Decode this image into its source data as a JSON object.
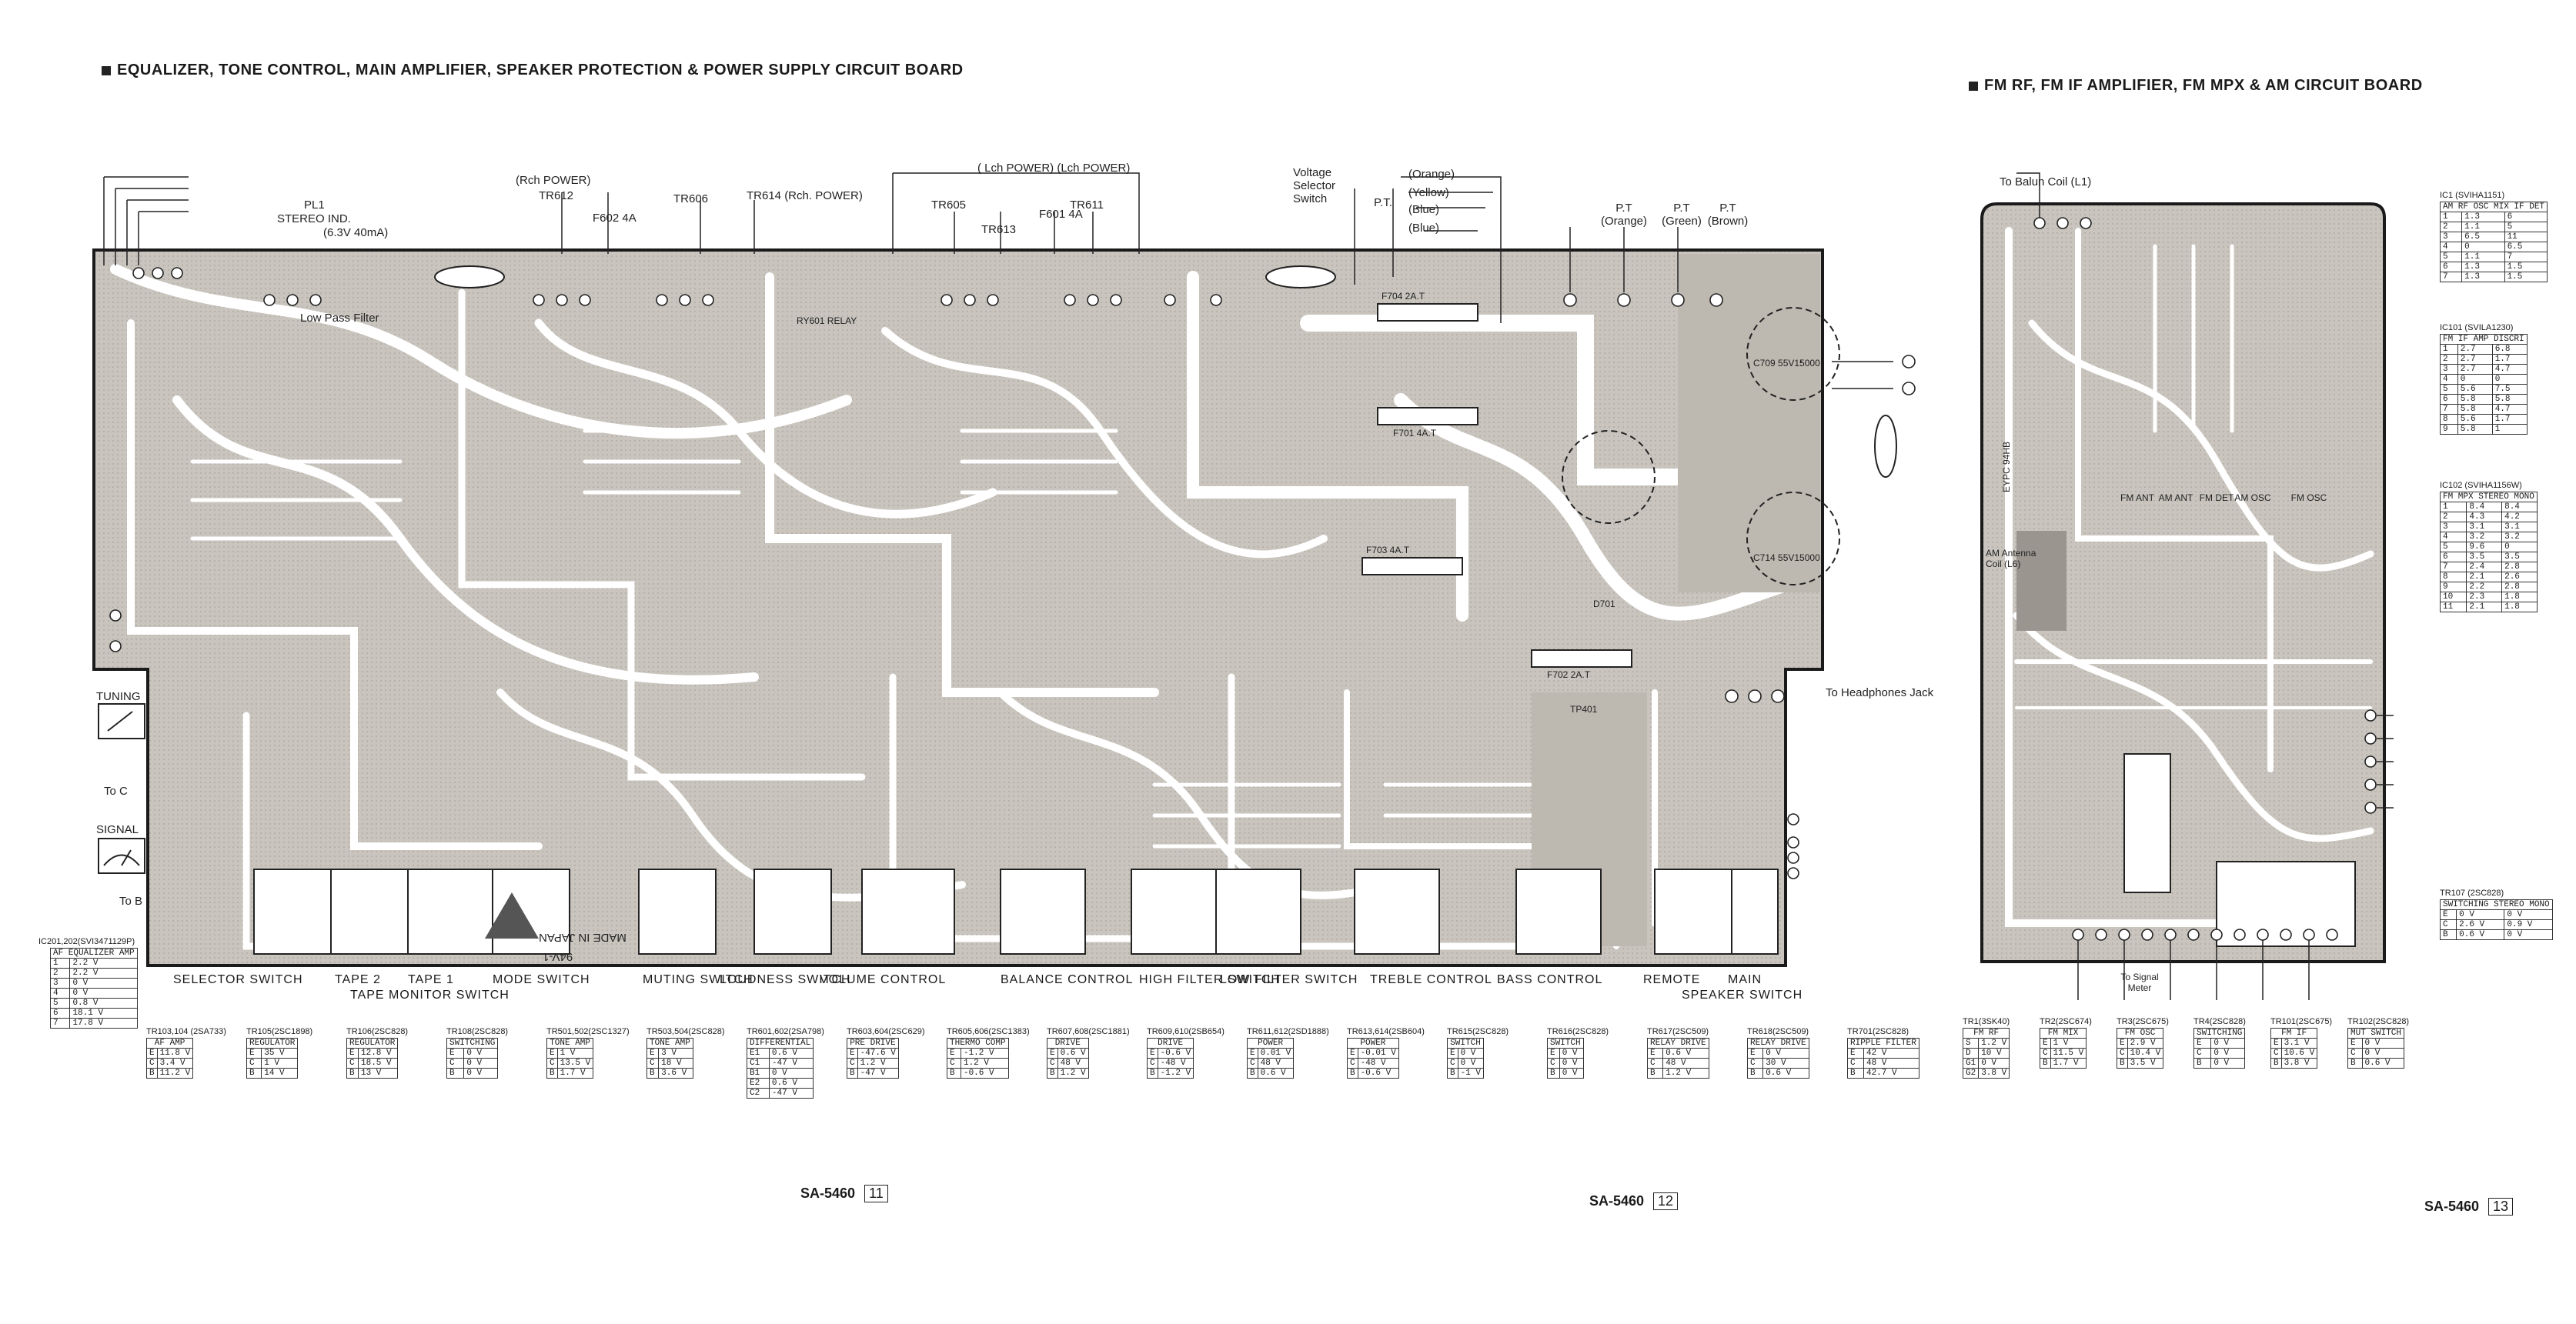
{
  "headers": {
    "left": "EQUALIZER, TONE CONTROL, MAIN AMPLIFIER, SPEAKER PROTECTION & POWER SUPPLY CIRCUIT BOARD",
    "right": "FM RF, FM IF AMPLIFIER, FM MPX & AM CIRCUIT BOARD"
  },
  "top_labels": {
    "rch_power": "(Rch POWER)",
    "lch_power": "( Lch POWER) (Lch POWER)",
    "tr612": "TR612",
    "tr606": "TR606",
    "tr614": "TR614 (Rch. POWER)",
    "tr605": "TR605",
    "tr613": "TR613",
    "tr611": "TR611",
    "f602": "F602 4A",
    "f601": "F601 4A",
    "pl1": "PL1",
    "stereo_ind": "STEREO IND.",
    "lamp": "(6.3V 40mA)",
    "voltage_selector": "Voltage Selector Switch",
    "pt": "P.T.",
    "pt_orange": "(Orange)",
    "pt_yellow": "(Yellow)",
    "pt_blue1": "(Blue)",
    "pt_blue2": "(Blue)",
    "pt2": "P.T (Orange)",
    "pt3": "P.T (Green)",
    "pt4": "P.T (Brown)",
    "to_balun": "To Balun Coil (L1)",
    "to_headphones": "To Headphones Jack",
    "tuning": "TUNING",
    "signal": "SIGNAL",
    "to_c": "To C",
    "to_b": "To B"
  },
  "board_labels": {
    "low_pass": "Low Pass Filter",
    "f704": "F704 2A.T",
    "f701": "F701 4A.T",
    "f703": "F703 4A.T",
    "f702": "F702 2A.T",
    "d701": "D701",
    "c709": "C709 55V15000",
    "c714": "C714 55V15000",
    "tp401": "TP401",
    "relay": "RY601 RELAY",
    "made_in": "MADE IN JAPAN",
    "board_id": "94V-1",
    "eyp": "EYPC 94HB",
    "fm_ant": "FM ANT",
    "am_ant": "AM ANT",
    "fm_det": "FM DET",
    "am_osc": "AM OSC",
    "fm_osc": "FM OSC",
    "am_coil": "AM Antenna Coil (L6)",
    "to_signal_meter": "To Signal Meter"
  },
  "captions": [
    "SELECTOR SWITCH",
    "TAPE 2",
    "TAPE 1",
    "TAPE MONITOR SWITCH",
    "MODE SWITCH",
    "MUTING SWITCH",
    "LOUDNESS SWITCH",
    "VOLUME CONTROL",
    "BALANCE CONTROL",
    "HIGH FILTER SWITCH",
    "LOW FILTER SWITCH",
    "TREBLE CONTROL",
    "BASS CONTROL",
    "REMOTE",
    "MAIN",
    "SPEAKER SWITCH"
  ],
  "ic201": {
    "title": "IC201,202(SVI3471129P)",
    "header": "AF EQUALIZER AMP",
    "rows": [
      [
        "1",
        "2.2 V"
      ],
      [
        "2",
        "2.2 V"
      ],
      [
        "3",
        "0 V"
      ],
      [
        "4",
        "0 V"
      ],
      [
        "5",
        "0.8 V"
      ],
      [
        "6",
        "18.1 V"
      ],
      [
        "7",
        "17.8 V"
      ]
    ]
  },
  "tr_tables": [
    {
      "title": "TR103,104 (2SA733)",
      "func": "AF AMP",
      "rows": [
        [
          "E",
          "11.8 V"
        ],
        [
          "C",
          "3.4 V"
        ],
        [
          "B",
          "11.2 V"
        ]
      ]
    },
    {
      "title": "TR105(2SC1898)",
      "func": "REGULATOR",
      "rows": [
        [
          "E",
          "35 V"
        ],
        [
          "C",
          "1 V"
        ],
        [
          "B",
          "14 V"
        ]
      ]
    },
    {
      "title": "TR106(2SC828)",
      "func": "REGULATOR",
      "rows": [
        [
          "E",
          "12.8 V"
        ],
        [
          "C",
          "18.5 V"
        ],
        [
          "B",
          "13 V"
        ]
      ]
    },
    {
      "title": "TR108(2SC828)",
      "func": "SWITCHING",
      "rows": [
        [
          "E",
          "0 V"
        ],
        [
          "C",
          "0 V"
        ],
        [
          "B",
          "0 V"
        ]
      ]
    },
    {
      "title": "TR501,502(2SC1327)",
      "func": "TONE AMP",
      "rows": [
        [
          "E",
          "1 V"
        ],
        [
          "C",
          "13.5 V"
        ],
        [
          "B",
          "1.7 V"
        ]
      ]
    },
    {
      "title": "TR503,504(2SC828)",
      "func": "TONE AMP",
      "rows": [
        [
          "E",
          "3 V"
        ],
        [
          "C",
          "18 V"
        ],
        [
          "B",
          "3.6 V"
        ]
      ]
    },
    {
      "title": "TR601,602(2SA798)",
      "func": "DIFFERENTIAL",
      "rows": [
        [
          "E1",
          "0.6 V"
        ],
        [
          "C1",
          "-47 V"
        ],
        [
          "B1",
          "0 V"
        ],
        [
          "E2",
          "0.6 V"
        ],
        [
          "C2",
          "-47 V"
        ]
      ]
    },
    {
      "title": "TR603,604(2SC629)",
      "func": "PRE DRIVE",
      "rows": [
        [
          "E",
          "-47.6 V"
        ],
        [
          "C",
          "1.2 V"
        ],
        [
          "B",
          "-47 V"
        ]
      ]
    },
    {
      "title": "TR605,606(2SC1383)",
      "func": "THERMO COMP",
      "rows": [
        [
          "E",
          "-1.2 V"
        ],
        [
          "C",
          "1.2 V"
        ],
        [
          "B",
          "-0.6 V"
        ]
      ]
    },
    {
      "title": "TR607,608(2SC1881)",
      "func": "DRIVE",
      "rows": [
        [
          "E",
          "0.6 V"
        ],
        [
          "C",
          "48 V"
        ],
        [
          "B",
          "1.2 V"
        ]
      ]
    },
    {
      "title": "TR609,610(2SB654)",
      "func": "DRIVE",
      "rows": [
        [
          "E",
          "-0.6 V"
        ],
        [
          "C",
          "-48 V"
        ],
        [
          "B",
          "-1.2 V"
        ]
      ]
    },
    {
      "title": "TR611,612(2SD1888)",
      "func": "POWER",
      "rows": [
        [
          "E",
          "0.01 V"
        ],
        [
          "C",
          "48 V"
        ],
        [
          "B",
          "0.6 V"
        ]
      ]
    },
    {
      "title": "TR613,614(2SB604)",
      "func": "POWER",
      "rows": [
        [
          "E",
          "-0.01 V"
        ],
        [
          "C",
          "-48 V"
        ],
        [
          "B",
          "-0.6 V"
        ]
      ]
    },
    {
      "title": "TR615(2SC828)",
      "func": "SWITCH",
      "rows": [
        [
          "E",
          "0 V"
        ],
        [
          "C",
          "0 V"
        ],
        [
          "B",
          "-1 V"
        ]
      ]
    },
    {
      "title": "TR616(2SC828)",
      "func": "SWITCH",
      "rows": [
        [
          "E",
          "0 V"
        ],
        [
          "C",
          "0 V"
        ],
        [
          "B",
          "0 V"
        ]
      ]
    },
    {
      "title": "TR617(2SC509)",
      "func": "RELAY DRIVE",
      "rows": [
        [
          "E",
          "0.6 V"
        ],
        [
          "C",
          "48 V"
        ],
        [
          "B",
          "1.2 V"
        ]
      ]
    },
    {
      "title": "TR618(2SC509)",
      "func": "RELAY DRIVE",
      "rows": [
        [
          "E",
          "0 V"
        ],
        [
          "C",
          "30 V"
        ],
        [
          "B",
          "0.6 V"
        ]
      ]
    },
    {
      "title": "TR701(2SC828)",
      "func": "RIPPLE FILTER",
      "rows": [
        [
          "E",
          "42 V"
        ],
        [
          "C",
          "48 V"
        ],
        [
          "B",
          "42.7 V"
        ]
      ]
    }
  ],
  "tr_tables_right": [
    {
      "title": "TR1(3SK40)",
      "func": "FM RF",
      "rows": [
        [
          "S",
          "1.2 V"
        ],
        [
          "D",
          "10 V"
        ],
        [
          "G1",
          "0 V"
        ],
        [
          "G2",
          "3.8 V"
        ]
      ]
    },
    {
      "title": "TR2(2SC674)",
      "func": "FM MIX",
      "rows": [
        [
          "E",
          "1 V"
        ],
        [
          "C",
          "11.5 V"
        ],
        [
          "B",
          "1.7 V"
        ]
      ]
    },
    {
      "title": "TR3(2SC675)",
      "func": "FM OSC",
      "rows": [
        [
          "E",
          "2.9 V"
        ],
        [
          "C",
          "10.4 V"
        ],
        [
          "B",
          "3.5 V"
        ]
      ]
    },
    {
      "title": "TR4(2SC828)",
      "func": "SWITCHING",
      "rows": [
        [
          "E",
          "0 V"
        ],
        [
          "C",
          "0 V"
        ],
        [
          "B",
          "0 V"
        ]
      ]
    },
    {
      "title": "TR101(2SC675)",
      "func": "FM IF",
      "rows": [
        [
          "E",
          "3.1 V"
        ],
        [
          "C",
          "10.6 V"
        ],
        [
          "B",
          "3.8 V"
        ]
      ]
    },
    {
      "title": "TR102(2SC828)",
      "func": "MUT SWITCH",
      "rows": [
        [
          "E",
          "0 V"
        ],
        [
          "C",
          "0 V"
        ],
        [
          "B",
          "0.6 V"
        ]
      ]
    }
  ],
  "ic1": {
    "title": "IC1 (SVIHA1151)",
    "head": "AM RF OSC MIX IF DET",
    "rows": [
      [
        "1",
        "1.3",
        "6"
      ],
      [
        "2",
        "1.1",
        "5"
      ],
      [
        "3",
        "6.5",
        "11"
      ],
      [
        "4",
        "0",
        "6.5"
      ],
      [
        "5",
        "1.1",
        "7"
      ],
      [
        "6",
        "1.3",
        "1.5"
      ],
      [
        "7",
        "1.3",
        "1.5"
      ]
    ]
  },
  "ic101": {
    "title": "IC101 (SVILA1230)",
    "head": "FM IF AMP DISCRI",
    "rows": [
      [
        "1",
        "2.7",
        "6.8"
      ],
      [
        "2",
        "2.7",
        "1.7"
      ],
      [
        "3",
        "2.7",
        "4.7"
      ],
      [
        "4",
        "0",
        "0"
      ],
      [
        "5",
        "5.6",
        "7.5"
      ],
      [
        "6",
        "5.8",
        "5.8"
      ],
      [
        "7",
        "5.8",
        "4.7"
      ],
      [
        "8",
        "5.6",
        "1.7"
      ],
      [
        "9",
        "5.8",
        "1"
      ]
    ]
  },
  "ic102": {
    "title": "IC102 (SVIHA1156W)",
    "head": "FM MPX STEREO MONO",
    "rows": [
      [
        "1",
        "8.4",
        "8.4"
      ],
      [
        "2",
        "4.3",
        "4.2"
      ],
      [
        "3",
        "3.1",
        "3.1"
      ],
      [
        "4",
        "3.2",
        "3.2"
      ],
      [
        "5",
        "9.6",
        "0"
      ],
      [
        "6",
        "3.5",
        "3.5"
      ],
      [
        "7",
        "2.4",
        "2.8"
      ],
      [
        "8",
        "2.1",
        "2.6"
      ],
      [
        "9",
        "2.2",
        "2.8"
      ],
      [
        "10",
        "2.3",
        "1.8"
      ],
      [
        "11",
        "2.1",
        "1.8"
      ]
    ]
  },
  "tr107": {
    "title": "TR107 (2SC828)",
    "head": "SWITCHING STEREO MONO",
    "rows": [
      [
        "E",
        "0 V",
        "0 V"
      ],
      [
        "C",
        "2.6 V",
        "0.9 V"
      ],
      [
        "B",
        "0.6 V",
        "0 V"
      ]
    ]
  },
  "pages": [
    {
      "model": "SA-5460",
      "num": "11"
    },
    {
      "model": "SA-5460",
      "num": "12"
    },
    {
      "model": "SA-5460",
      "num": "13"
    }
  ]
}
